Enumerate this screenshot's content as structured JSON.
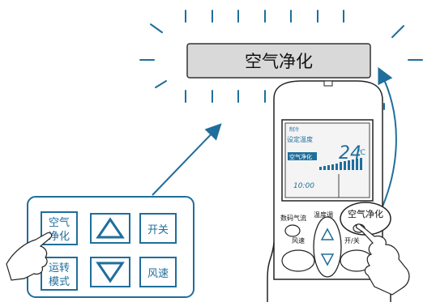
{
  "colors": {
    "teal": "#1f6e9c",
    "panel_fill": "#d9d9d9",
    "panel_stroke": "#333333",
    "lcd_bg": "#f4f4f4"
  },
  "banner": {
    "text": "空气净化"
  },
  "panel": {
    "buttons": [
      {
        "id": "air-purify",
        "label_line1": "空气",
        "label_line2": "净化"
      },
      {
        "id": "up-arrow",
        "icon": "triangle-up-icon"
      },
      {
        "id": "power",
        "label_line1": "开关"
      },
      {
        "id": "run-mode",
        "label_line1": "运转",
        "label_line2": "模式"
      },
      {
        "id": "down-arrow",
        "icon": "triangle-down-icon"
      },
      {
        "id": "fan-speed",
        "label_line1": "风速"
      }
    ]
  },
  "remote": {
    "lcd": {
      "mode_text": "制冷",
      "set_temp_label": "设定温度",
      "temp_value": "24",
      "temp_unit": "℃",
      "air_clean_tag": "空气净化",
      "time": "10:00"
    },
    "labels": {
      "digital_airflow": "数码气流",
      "temp_adjust": "温度调",
      "air_purify": "空气净化",
      "fan_speed": "风速",
      "power": "开/关"
    }
  }
}
